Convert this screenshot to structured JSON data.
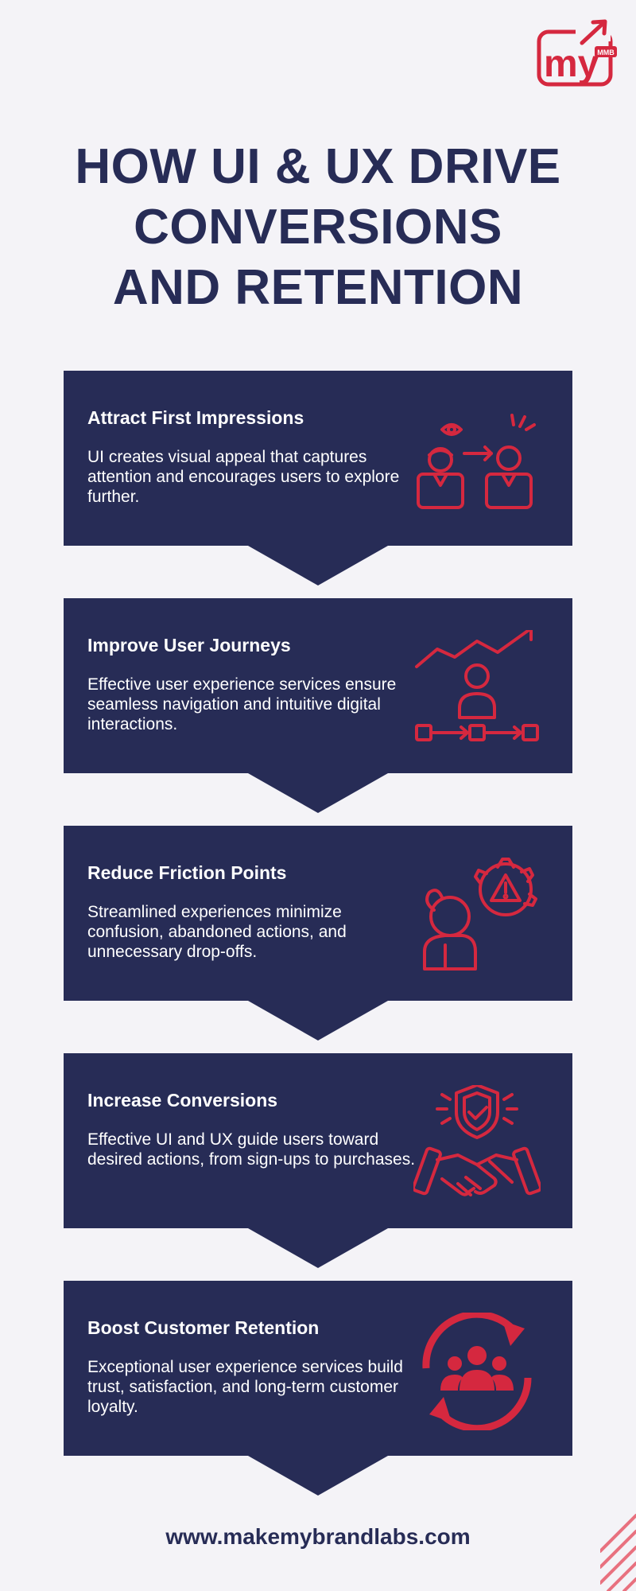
{
  "brand": {
    "logo_text": "my",
    "logo_badge": "MMB"
  },
  "headline": {
    "line1": "HOW UI & UX DRIVE",
    "line2": "CONVERSIONS",
    "line3": "AND RETENTION"
  },
  "steps": [
    {
      "title": "Attract First Impressions",
      "description": "UI creates visual appeal that captures attention and encourages users to explore further.",
      "icon": "user-attention-icon"
    },
    {
      "title": "Improve User Journeys",
      "description": "Effective user experience services ensure seamless navigation and intuitive digital interactions.",
      "icon": "user-journey-icon"
    },
    {
      "title": "Reduce Friction Points",
      "description": "Streamlined experiences minimize confusion, abandoned actions, and unnecessary drop-offs.",
      "icon": "confused-user-warning-icon"
    },
    {
      "title": "Increase Conversions",
      "description": "Effective UI and UX guide users toward desired actions, from sign-ups to purchases.",
      "icon": "handshake-shield-icon"
    },
    {
      "title": "Boost Customer Retention",
      "description": "Exceptional user experience services build trust, satisfaction, and long-term customer loyalty.",
      "icon": "customer-cycle-icon"
    }
  ],
  "footer": {
    "url": "www.makemybrandlabs.com"
  },
  "colors": {
    "navy": "#272c56",
    "accent": "#d5283f",
    "background": "#f4f3f7"
  }
}
